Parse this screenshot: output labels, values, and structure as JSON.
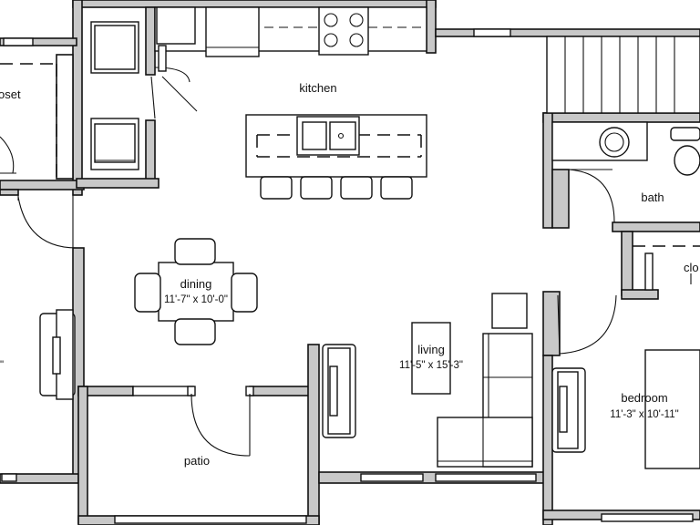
{
  "rooms": {
    "kitchen": {
      "label": "kitchen"
    },
    "dining": {
      "label": "dining",
      "dimensions": "11'-7\" x 10'-0\""
    },
    "living": {
      "label": "living",
      "dimensions": "11'-5\" x 15'-3\""
    },
    "bedroom": {
      "label": "bedroom",
      "dimensions": "11'-3\" x 10'-11\""
    },
    "bath": {
      "label": "bath"
    },
    "patio": {
      "label": "patio"
    },
    "closet_left": {
      "label": "oset"
    },
    "closet_right": {
      "label": "clo"
    }
  },
  "dim_fragment_left": "\""
}
